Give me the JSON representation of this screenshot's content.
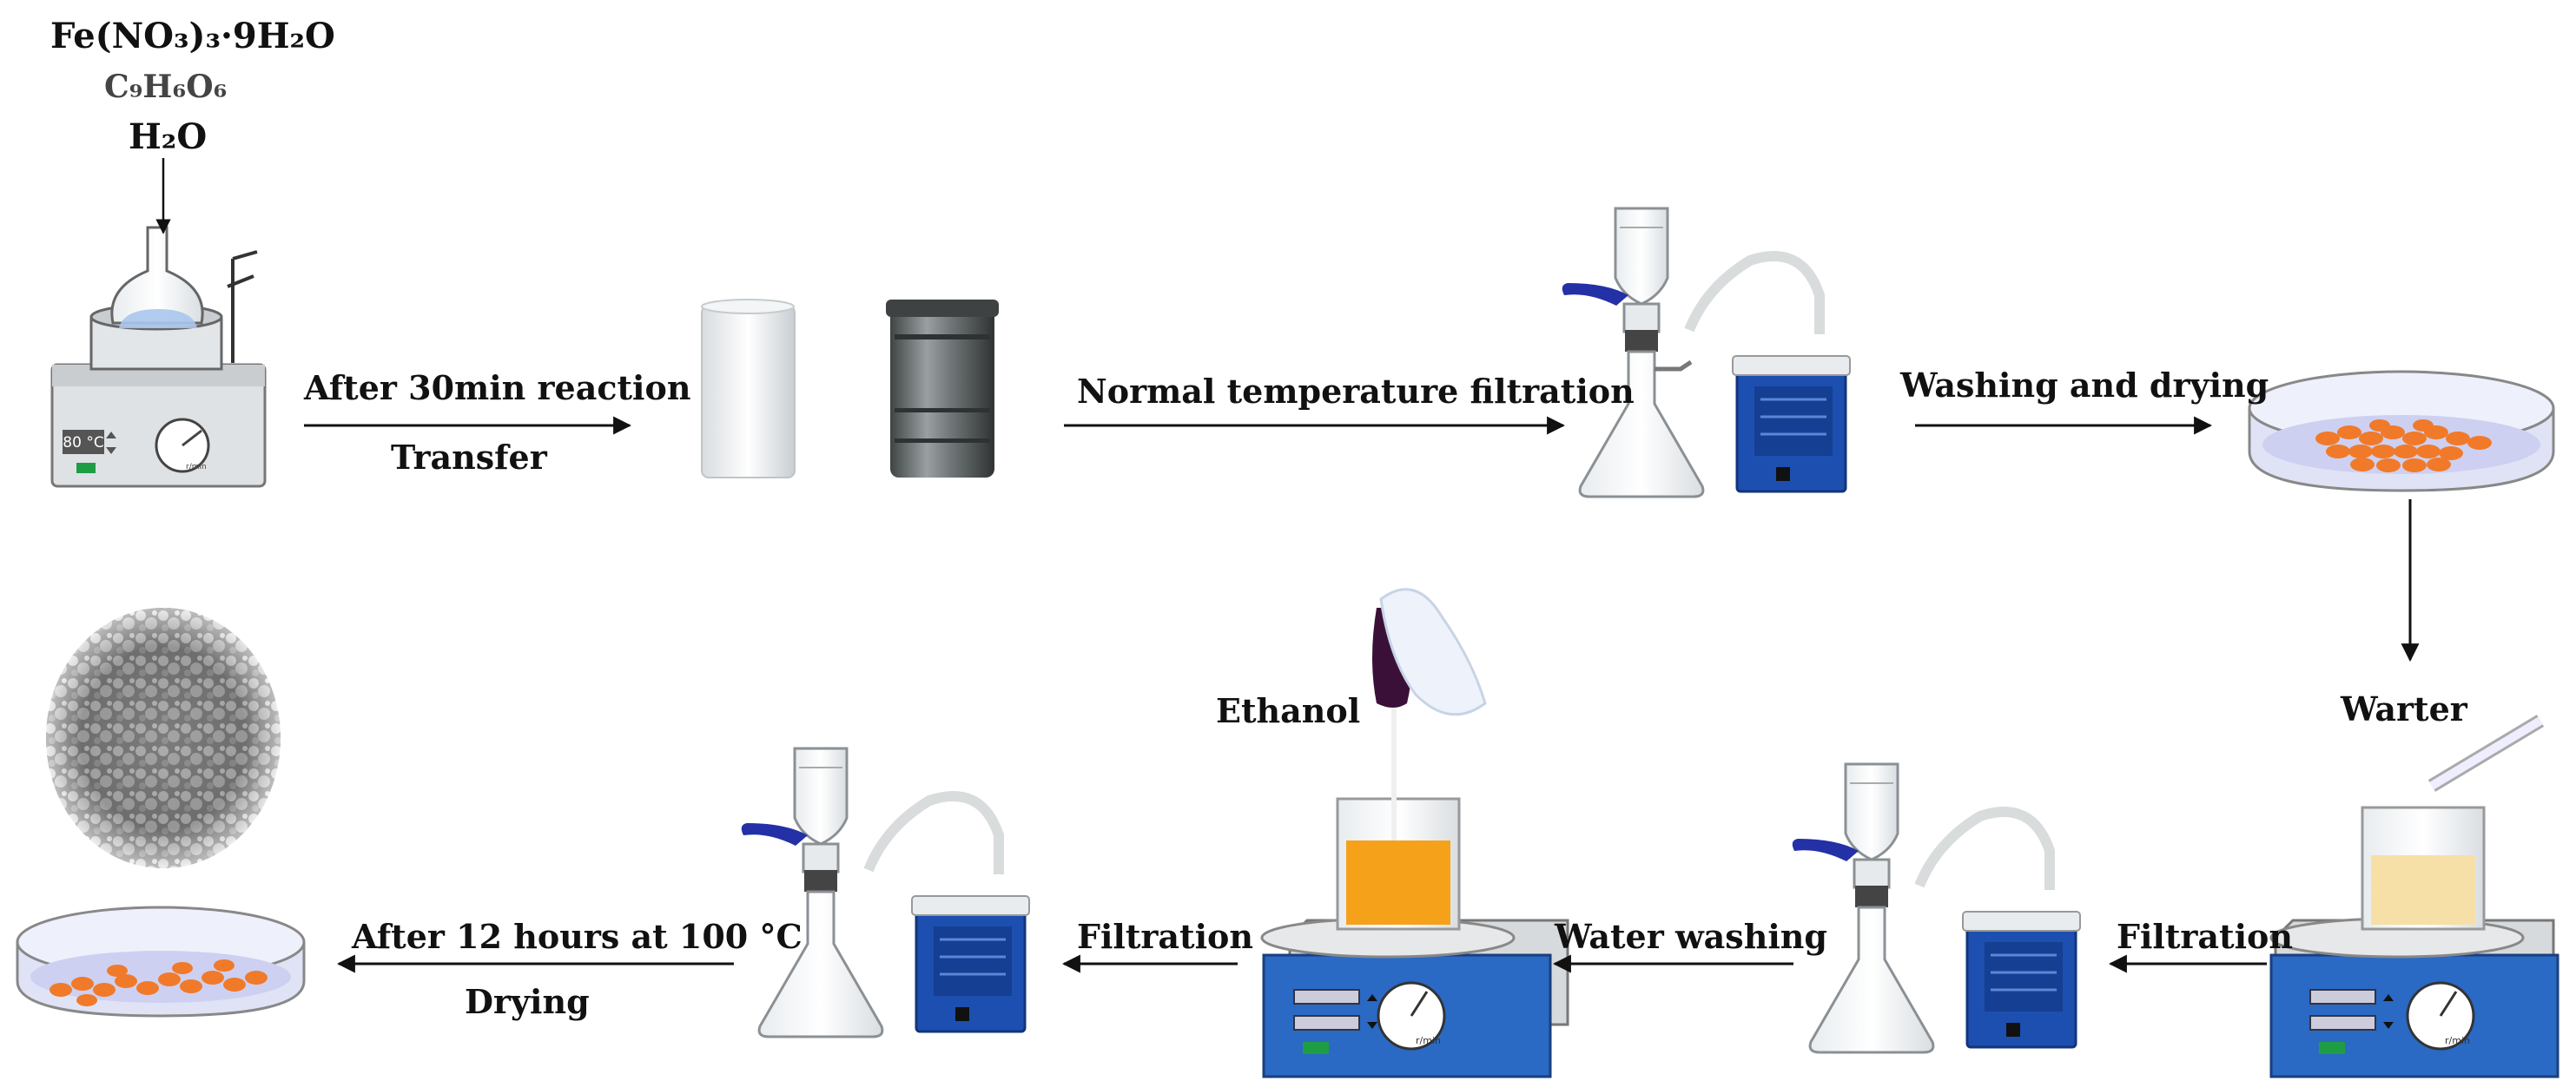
{
  "reagents": {
    "line1": "Fe(NO₃)₃·9H₂O",
    "line2": "C₉H₆O₆",
    "line3": "H₂O"
  },
  "hotplate1_display": "80 °C",
  "steps": {
    "s1_top": "After 30min reaction",
    "s1_bottom": "Transfer",
    "s2": "Normal temperature filtration",
    "s3": "Washing and drying",
    "water": "Warter",
    "s4": "Filtration",
    "s5": "Water washing",
    "ethanol": "Ethanol",
    "s6": "Filtration",
    "s7_top": "After 12 hours at 100 °C",
    "s7_bottom": "Drying"
  },
  "dial_unit": "r/min",
  "colors": {
    "orange_particles": "#f07a2a",
    "dish_liquid": "#cdd0f0",
    "pump_blue": "#1c4fb0",
    "plate_blue": "#2a69c4",
    "orange_liquid": "#f5a21a",
    "cream_liquid": "#f7dfa8",
    "teflon": "#eef1f3",
    "autoclave": "#6d7374"
  }
}
